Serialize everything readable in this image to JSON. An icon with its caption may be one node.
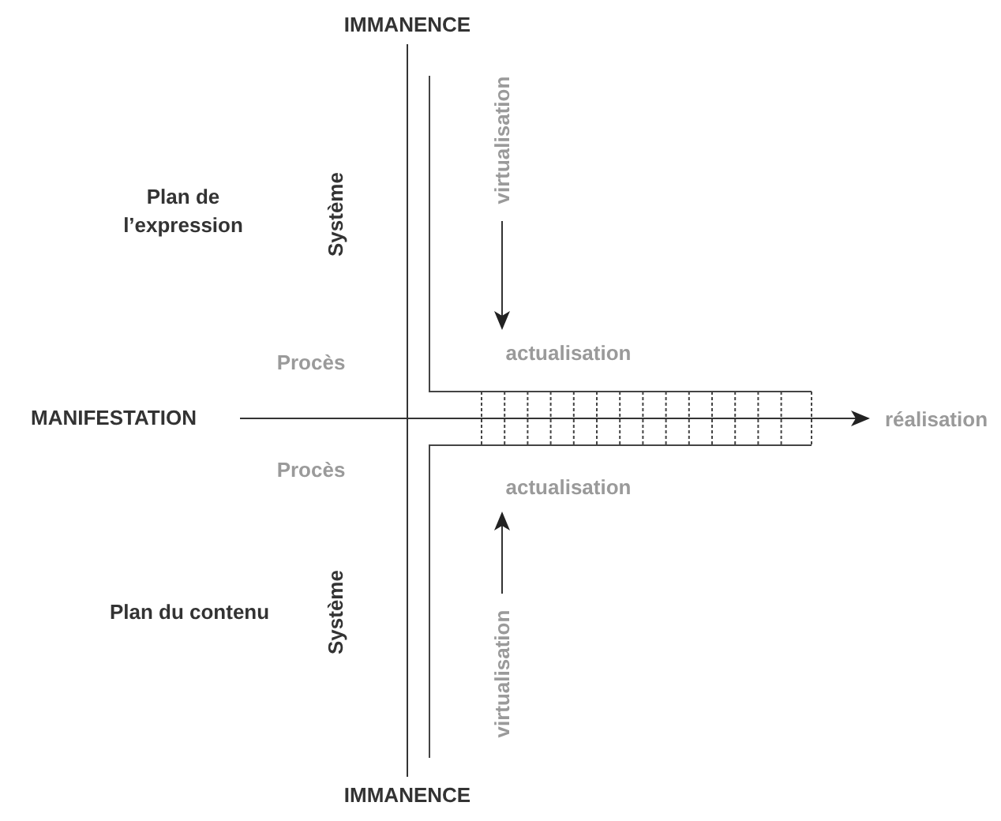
{
  "diagram": {
    "nodes": [
      {
        "text": [
          "IMMANENCE"
        ]
      },
      {
        "text": [
          "Plan de l’expression"
        ]
      },
      {
        "text": [
          "Système"
        ]
      },
      {
        "text": [
          "virtualisation"
        ]
      },
      {
        "text": [
          "Procès"
        ]
      },
      {
        "text": [
          "actualisation"
        ]
      },
      {
        "text": [
          "MANIFESTATION"
        ]
      },
      {
        "text": [
          "réalisation"
        ]
      },
      {
        "text": [
          "Procès"
        ]
      },
      {
        "text": [
          "actualisation"
        ]
      },
      {
        "text": [
          "Plan du contenu"
        ]
      },
      {
        "text": [
          "Système"
        ]
      },
      {
        "text": [
          "virtualisation"
        ]
      },
      {
        "text": [
          "IMMANENCE"
        ]
      }
    ],
    "edges": [
      {
        "from": 0,
        "to": 13,
        "arrow": "none"
      },
      {
        "from": 6,
        "to": 7,
        "arrow": "to"
      },
      {
        "from": 3,
        "to": 5,
        "arrow": "to"
      },
      {
        "from": 12,
        "to": 9,
        "arrow": "to"
      }
    ]
  }
}
